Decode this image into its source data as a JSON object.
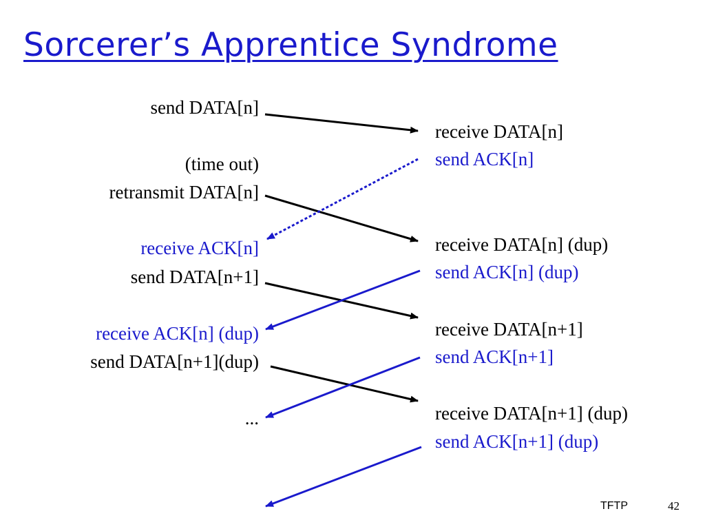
{
  "title": "Sorcerer’s Apprentice Syndrome",
  "colors": {
    "black": "#000000",
    "blue": "#1a1acc"
  },
  "sender": {
    "l1": "send DATA[n]",
    "l2": "(time out)",
    "l3": "retransmit DATA[n]",
    "l4": "receive ACK[n]",
    "l5": "send DATA[n+1]",
    "l6": "receive ACK[n] (dup)",
    "l7": "send DATA[n+1](dup)",
    "l8": "..."
  },
  "receiver": {
    "r1": "receive DATA[n]",
    "r2": "send ACK[n]",
    "r3": "receive DATA[n] (dup)",
    "r4": "send ACK[n] (dup)",
    "r5": "receive DATA[n+1]",
    "r6": "send ACK[n+1]",
    "r7": "receive DATA[n+1] (dup)",
    "r8": "send ACK[n+1] (dup)"
  },
  "footer": {
    "label": "TFTP",
    "page": "42"
  }
}
